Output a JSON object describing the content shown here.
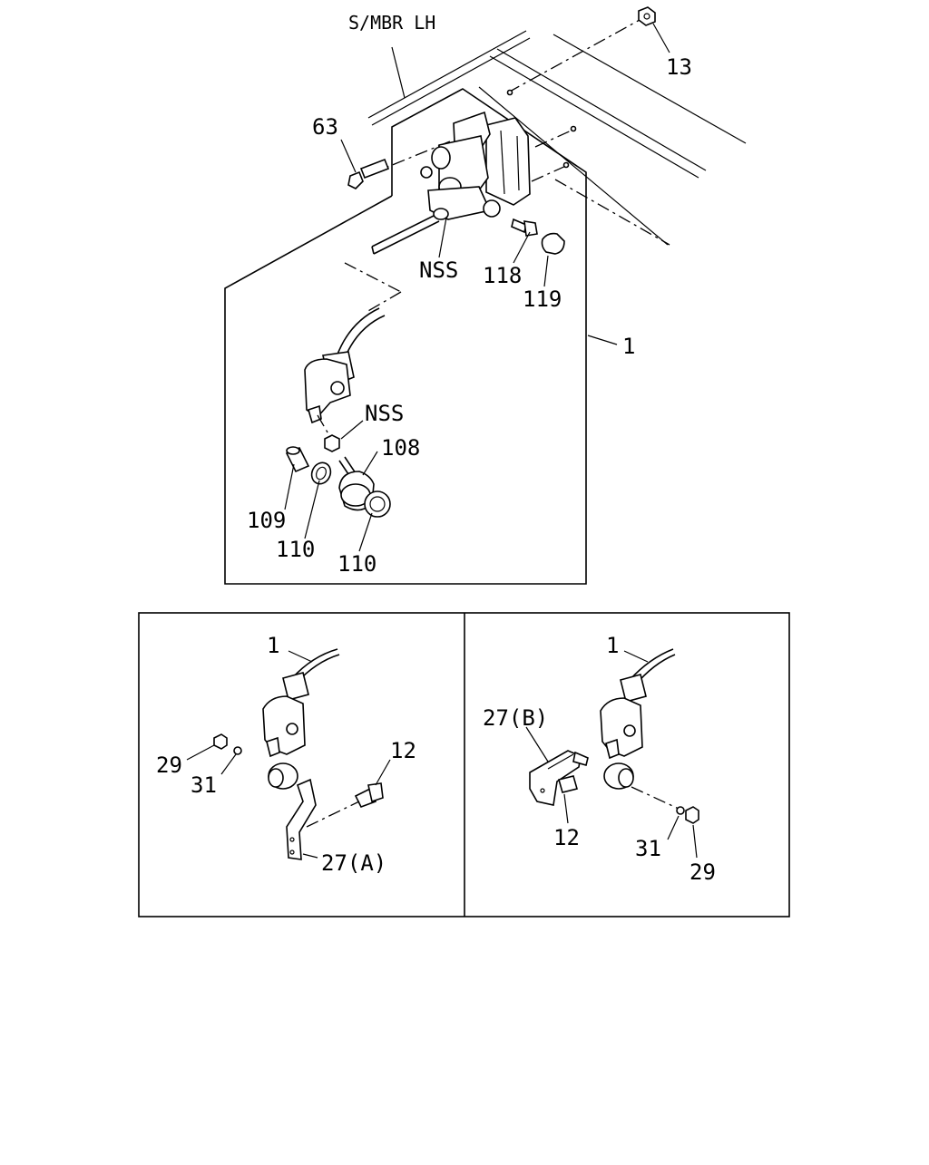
{
  "diagram": {
    "main_labels": {
      "frame": "S/MBR LH",
      "p13": "13",
      "p63": "63",
      "nss_top": "NSS",
      "p118": "118",
      "p119": "119",
      "p1": "1",
      "nss_mid": "NSS",
      "p108": "108",
      "p109": "109",
      "p110a": "110",
      "p110b": "110"
    },
    "left_panel": {
      "p1": "1",
      "p29": "29",
      "p31": "31",
      "p12": "12",
      "p27a": "27(A)"
    },
    "right_panel": {
      "p1": "1",
      "p27b": "27(B)",
      "p12": "12",
      "p31": "31",
      "p29": "29"
    }
  }
}
